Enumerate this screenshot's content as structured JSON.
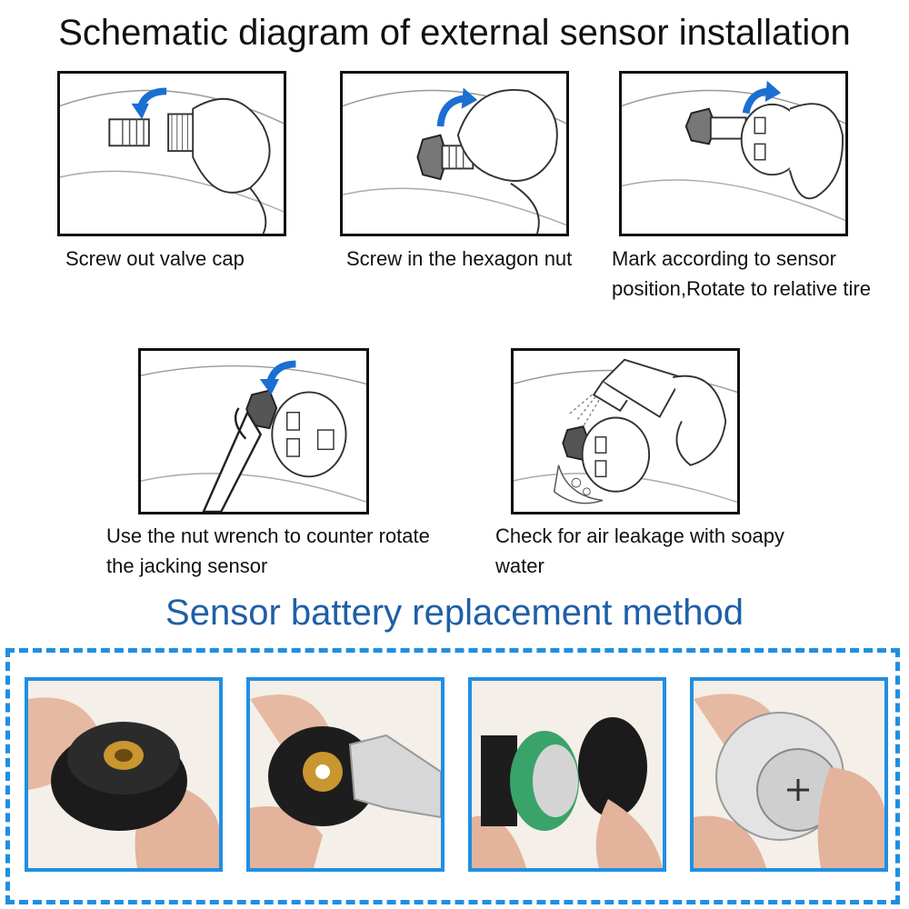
{
  "install": {
    "title": "Schematic diagram of external sensor installation",
    "steps": [
      {
        "caption": "Screw out valve cap"
      },
      {
        "caption": "Screw in the hexagon nut"
      },
      {
        "caption": "Mark according to sensor position,Rotate to relative tire"
      },
      {
        "caption": "Use the nut wrench to counter rotate the jacking sensor"
      },
      {
        "caption": "Check for air leakage with soapy water"
      }
    ]
  },
  "battery": {
    "title": "Sensor battery replacement method"
  },
  "colors": {
    "accent_blue": "#1f8fe3",
    "heading_blue": "#1f5fa6",
    "arrow_blue": "#1b6fd1"
  },
  "icons": [
    "curved-arrow-icon",
    "valve-icon",
    "sensor-cap-icon",
    "wrench-icon",
    "spray-bottle-icon"
  ]
}
